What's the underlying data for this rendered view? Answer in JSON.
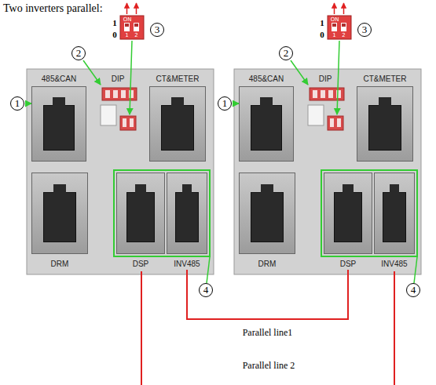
{
  "diagram": {
    "title": "Two inverters parallel:",
    "nodes": [
      {
        "text": [
          "485&CAN"
        ]
      },
      {
        "text": [
          "DIP"
        ]
      },
      {
        "text": [
          "CT&METER"
        ]
      },
      {
        "text": [
          "DRM"
        ]
      },
      {
        "text": [
          "DSP"
        ]
      },
      {
        "text": [
          "INV485"
        ]
      },
      {
        "text": [
          "485&CAN"
        ]
      },
      {
        "text": [
          "DIP"
        ]
      },
      {
        "text": [
          "CT&METER"
        ]
      },
      {
        "text": [
          "DRM"
        ]
      },
      {
        "text": [
          "DSP"
        ]
      },
      {
        "text": [
          "INV485"
        ]
      }
    ],
    "edges": [
      {
        "from": 5,
        "to": 10,
        "arrow": "none",
        "label": "Parallel line1"
      }
    ],
    "labels": [
      "1",
      "2",
      "3",
      "1",
      "0",
      "ON",
      "1",
      "2",
      "4",
      "1",
      "2",
      "3",
      "1",
      "0",
      "ON",
      "1",
      "2",
      "4",
      "Parallel line 2"
    ]
  }
}
